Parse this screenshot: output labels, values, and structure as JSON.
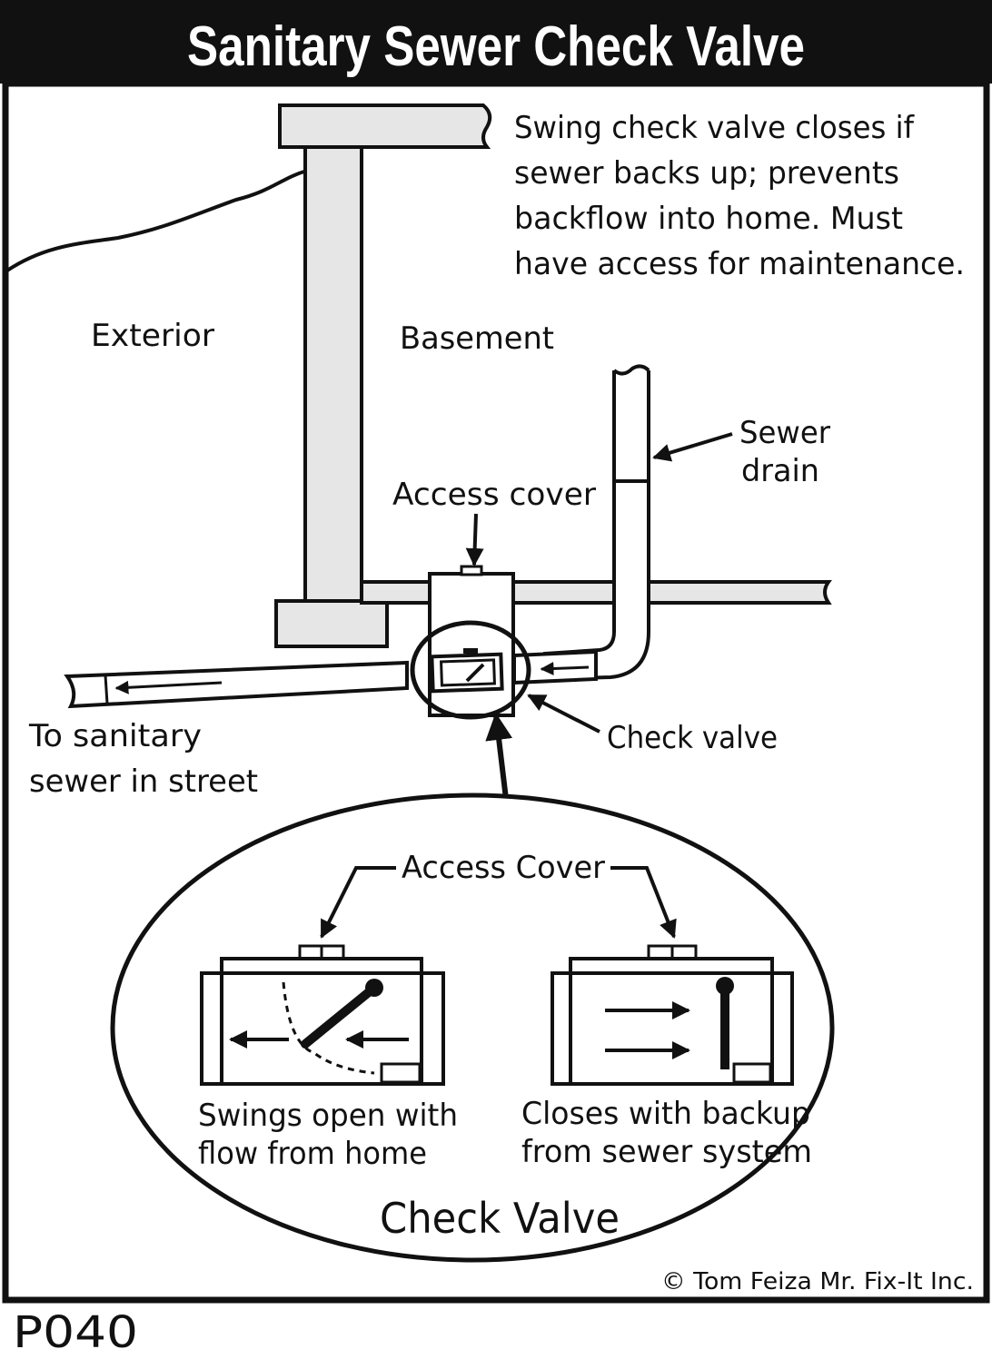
{
  "title": "Sanitary Sewer Check Valve",
  "figure_code": "P040",
  "copyright": "© Tom Feiza Mr. Fix-It Inc.",
  "description_lines": [
    "Swing check valve closes if",
    "sewer backs up; prevents",
    "backflow into home. Must",
    "have access for maintenance."
  ],
  "labels": {
    "exterior": "Exterior",
    "basement": "Basement",
    "sewer_drain_line1": "Sewer",
    "sewer_drain_line2": "drain",
    "access_cover": "Access cover",
    "to_sewer_line1": "To sanitary",
    "to_sewer_line2": "sewer in street",
    "check_valve": "Check valve"
  },
  "detail": {
    "access_cover": "Access Cover",
    "open_caption_line1": "Swings open with",
    "open_caption_line2": "flow from home",
    "closed_caption_line1": "Closes with backup",
    "closed_caption_line2": "from sewer system",
    "heading": "Check Valve"
  },
  "colors": {
    "ink": "#111111",
    "paper": "#ffffff",
    "fill_gray": "#e6e6e6"
  }
}
